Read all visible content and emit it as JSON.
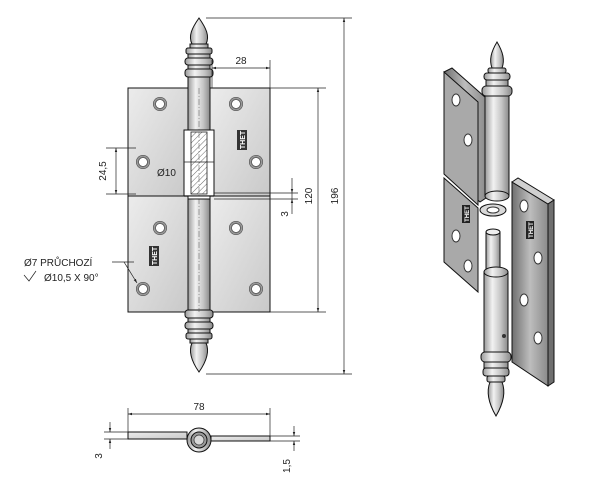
{
  "dimensions": {
    "width_top": "28",
    "hole_spacing": "24,5",
    "pin_diameter": "Ø10",
    "height_120": "120",
    "total_height": "196",
    "gap": "3",
    "total_width": "78",
    "plate_thickness": "3",
    "leaf_thickness": "1,5"
  },
  "hole_note": {
    "line1": "Ø7 PRŮCHOZÍ",
    "line2": "Ø10,5 X 90°"
  },
  "logo_text": "THET",
  "colors": {
    "metal_light": "#e4e4e4",
    "metal_mid": "#bdbdbd",
    "metal_dark": "#7d7d7d",
    "hatch": "#444444"
  }
}
